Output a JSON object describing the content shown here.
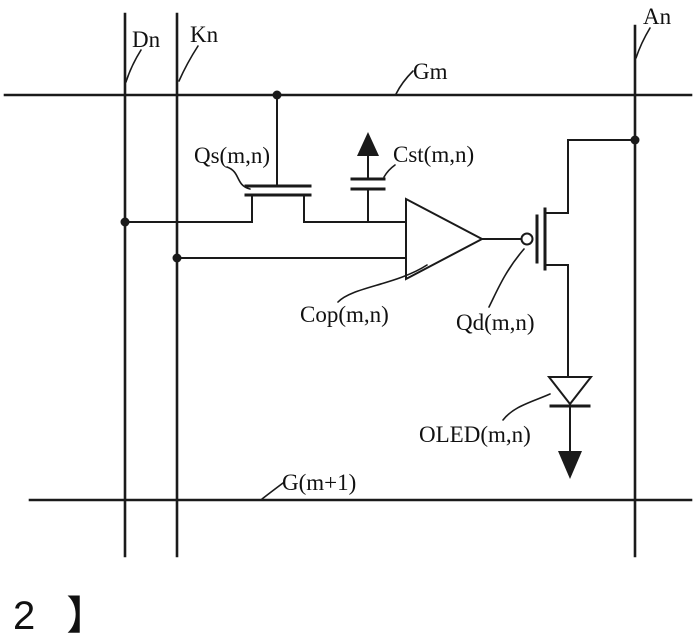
{
  "diagram": {
    "type": "oled-pixel-circuit-schematic",
    "background_color": "#ffffff",
    "ink_color": "#1a1a1a",
    "labels": {
      "dn": "Dn",
      "kn": "Kn",
      "an": "An",
      "gm": "Gm",
      "g_m_plus_1": "G(m+1)",
      "qs": "Qs(m,n)",
      "cst": "Cst(m,n)",
      "cop": "Cop(m,n)",
      "qd": "Qd(m,n)",
      "oled": "OLED(m,n)"
    },
    "caption": "2 】"
  }
}
